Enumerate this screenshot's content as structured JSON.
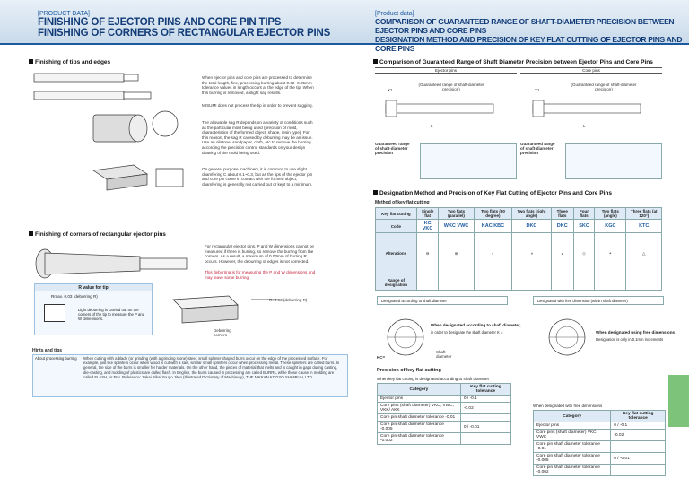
{
  "header": {
    "left_tag": "[PRODUCT DATA]",
    "left_title1": "FINISHING OF EJECTOR PINS AND CORE PIN TIPS",
    "left_title2": "FINISHING OF CORNERS OF RECTANGULAR EJECTOR PINS",
    "right_tag": "[Product data]",
    "right_title1": "COMPARISON OF GUARANTEED RANGE OF SHAFT-DIAMETER PRECISION BETWEEN EJECTOR PINS AND CORE PINS",
    "right_title2": "DESIGNATION METHOD AND PRECISION OF KEY FLAT CUTTING OF EJECTOR PINS AND CORE PINS"
  },
  "left": {
    "sec1": "Finishing of tips and edges",
    "p1": "When ejector pins and core pins are processed to determine the total length, fine, processing burring about 0.02~0.05mm tolerance values in length occurs at the edge of the tip. When this burring is removed, a slight sag results.",
    "p2": "MISUMI does not process the tip in order to prevent sagging.",
    "p3": "The allowable sag R depends on a variety of conditions such as the particular mold being used (precision of mold, characteristics of the formed object, shape, resin type). For this reason, the sag R caused by deburring may be an issue. Use an oilstone, sandpaper, cloth, etc to remove the burring according the precision control standards on your design drawing of the mold being used.",
    "p4": "On general purpose machinery, it is common to use slight chamfering C about 0.1~0.3, but as the tips of the ejector pin and core pin come in contact with the formed object, chamfering is generally not carried out or kept to a minimum.",
    "sec2": "Finishing of corners of rectangular ejector pins",
    "p5": "For rectangular ejector pins, P and W dimensions cannot be measured if there is burring, so remove the burring from the corners. As a result, a maximum of 0.03mm of burring R occurs. However, the deburring of edges is not corrected.",
    "p6": "This deburring is for measuring the P and W dimensions and may leave some burring.",
    "rbox_title": "R value for tip",
    "rbox_line1": "Rmax. 0.03 (deburring R)",
    "rbox_note": "Light deburring is carried out on the corners of the tip to measure the P and W dimensions.",
    "rbox_lbl": "R=0.03 (deburring R)",
    "deburr_lbl": "Deburring corners",
    "hints_title": "Hints and tips",
    "hints_sub": "About processing burring",
    "hints_text": "When cutting with a blade (or grinding (with a grinding stone) steel, small splinter shaped burrs occur on the edge of the processed surface. For example, just like splinters occur when wood is cut with a saw, similar small splinters occur when processing metal. These splinters are called burrs. In general, the size of the burrs is smaller for harder materials. On the other hand, the pieces of material that melts and is caught in gaps during casting, die-casting, and molding of plastics are called flash. In English, the burrs caused in processing are called BURRs, while those cause in molding are called FLASH, or FIN. Reference: Zakai Rikai Yougo Jiten (Illustrated Dictionary of Machinery), THE NIKKAN KOGYO SHIMBUN, LTD."
  },
  "right": {
    "sec3": "Comparison of Guaranteed Range of Shaft Diameter Precision between Ejector Pins and Core Pins",
    "ejector_head": "Ejector pins",
    "core_head": "Core pins",
    "guar_label": "Guaranteed range of shaft-diameter precision",
    "guar_text": "(Guaranteed range of shaft-diameter precision)",
    "x1": "X1",
    "l": "L",
    "sec4": "Designation Method and Precision of Key Flat Cutting of Ejector Pins and Core Pins",
    "method_title": "Method of key flat cutting",
    "kf_headers": [
      "Key flat cutting",
      "Single flat",
      "Two flats (parallel)",
      "Two flats (90 degree)",
      "Two flats (right angle)",
      "Three flats",
      "Four flats",
      "Two flats (angle)",
      "Three flats (at 120°)"
    ],
    "kf_codes": [
      "KC\nVKC",
      "WKC\nVWC",
      "KAC\nKBC",
      "DKC",
      "DKC",
      "SKC",
      "KGC",
      "KTC"
    ],
    "row_code": "Code",
    "row_alt": "Alterations",
    "row_range": "Range of designation",
    "circ1_label": "Designated according to shaft diameter",
    "circ2_label": "Designated with free dimension (within shaft diameter)",
    "desig1_title": "When designated according to shaft diameter,",
    "desig1_sub": "in order to designate the shaft diameter K =",
    "desig2_title": "When designated using free dimensions",
    "desig2_sub": "Designation is only in 0.1mm increments",
    "shaft_dia": "Shaft diameter",
    "kc_eq": "KC=",
    "precision_title": "Precision of key flat cutting",
    "tolA_caption": "When key flat cutting is designated according to shaft diameter",
    "tolB_caption": "When designated with free dimensions",
    "tol_headers": [
      "Category",
      "Key flat cutting tolerance"
    ],
    "tolA_rows": [
      [
        "Ejector pins",
        "0 / -0.1"
      ],
      [
        "Core pins (shaft diameter) VKC, VWC, VKK/ AKK",
        "-0.02"
      ],
      [
        "Core pin shaft diameter tolerance -0.01",
        ""
      ],
      [
        "Core pin shaft diameter tolerance -0.005",
        "0 / -0.01"
      ],
      [
        "Core pin shaft diameter tolerance -0.002",
        ""
      ]
    ],
    "tolB_rows": [
      [
        "Ejector pins",
        "0 / -0.1"
      ],
      [
        "Core pins (shaft diameter) VKC, VWC",
        "-0.02"
      ],
      [
        "Core pin shaft diameter tolerance -0.01",
        ""
      ],
      [
        "Core pin shaft diameter tolerance -0.005",
        "0 / -0.01"
      ],
      [
        "Core pin shaft diameter tolerance -0.002",
        ""
      ]
    ]
  }
}
